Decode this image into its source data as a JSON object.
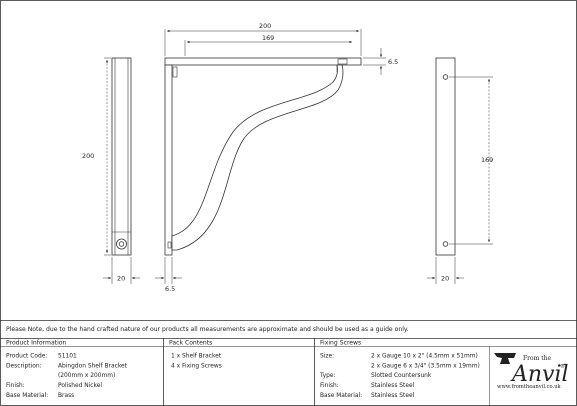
{
  "dimensions": {
    "top_width": "200",
    "inner_width": "169",
    "top_thickness": "6.5",
    "height": "200",
    "side_width": "20",
    "bottom_thickness": "6.5",
    "front_width": "20",
    "hole_span": "169"
  },
  "note": "Please Note, due to the hand crafted nature of our products all measurements are approximate and should be used as a guide only.",
  "product_information": {
    "title": "Product Information",
    "rows": [
      {
        "label": "Product Code:",
        "value": "51101"
      },
      {
        "label": "Description:",
        "value": "Abingdon Shelf Bracket"
      },
      {
        "label": "",
        "value": "(200mm x 200mm)"
      },
      {
        "label": "Finish:",
        "value": "Polished Nickel"
      },
      {
        "label": "Base Material:",
        "value": "Brass"
      }
    ]
  },
  "pack_contents": {
    "title": "Pack Contents",
    "items": [
      "1 x Shelf Bracket",
      "4 x Fixing Screws"
    ]
  },
  "fixing_screws": {
    "title": "Fixing Screws",
    "rows": [
      {
        "label": "Size:",
        "value": "2 x Gauge 10 x 2\" (4.5mm x 51mm)"
      },
      {
        "label": "",
        "value": "2 x Gauge 6 x 3/4\" (3.5mm x 19mm)"
      },
      {
        "label": "Type:",
        "value": "Slotted Countersunk"
      },
      {
        "label": "Finish:",
        "value": "Stainless Steel"
      },
      {
        "label": "Base Material:",
        "value": "Stainless Steel"
      }
    ]
  },
  "logo": {
    "from_the": "From the",
    "brand": "Anvil",
    "registered": "®",
    "url": "www.fromtheanvil.co.uk"
  }
}
